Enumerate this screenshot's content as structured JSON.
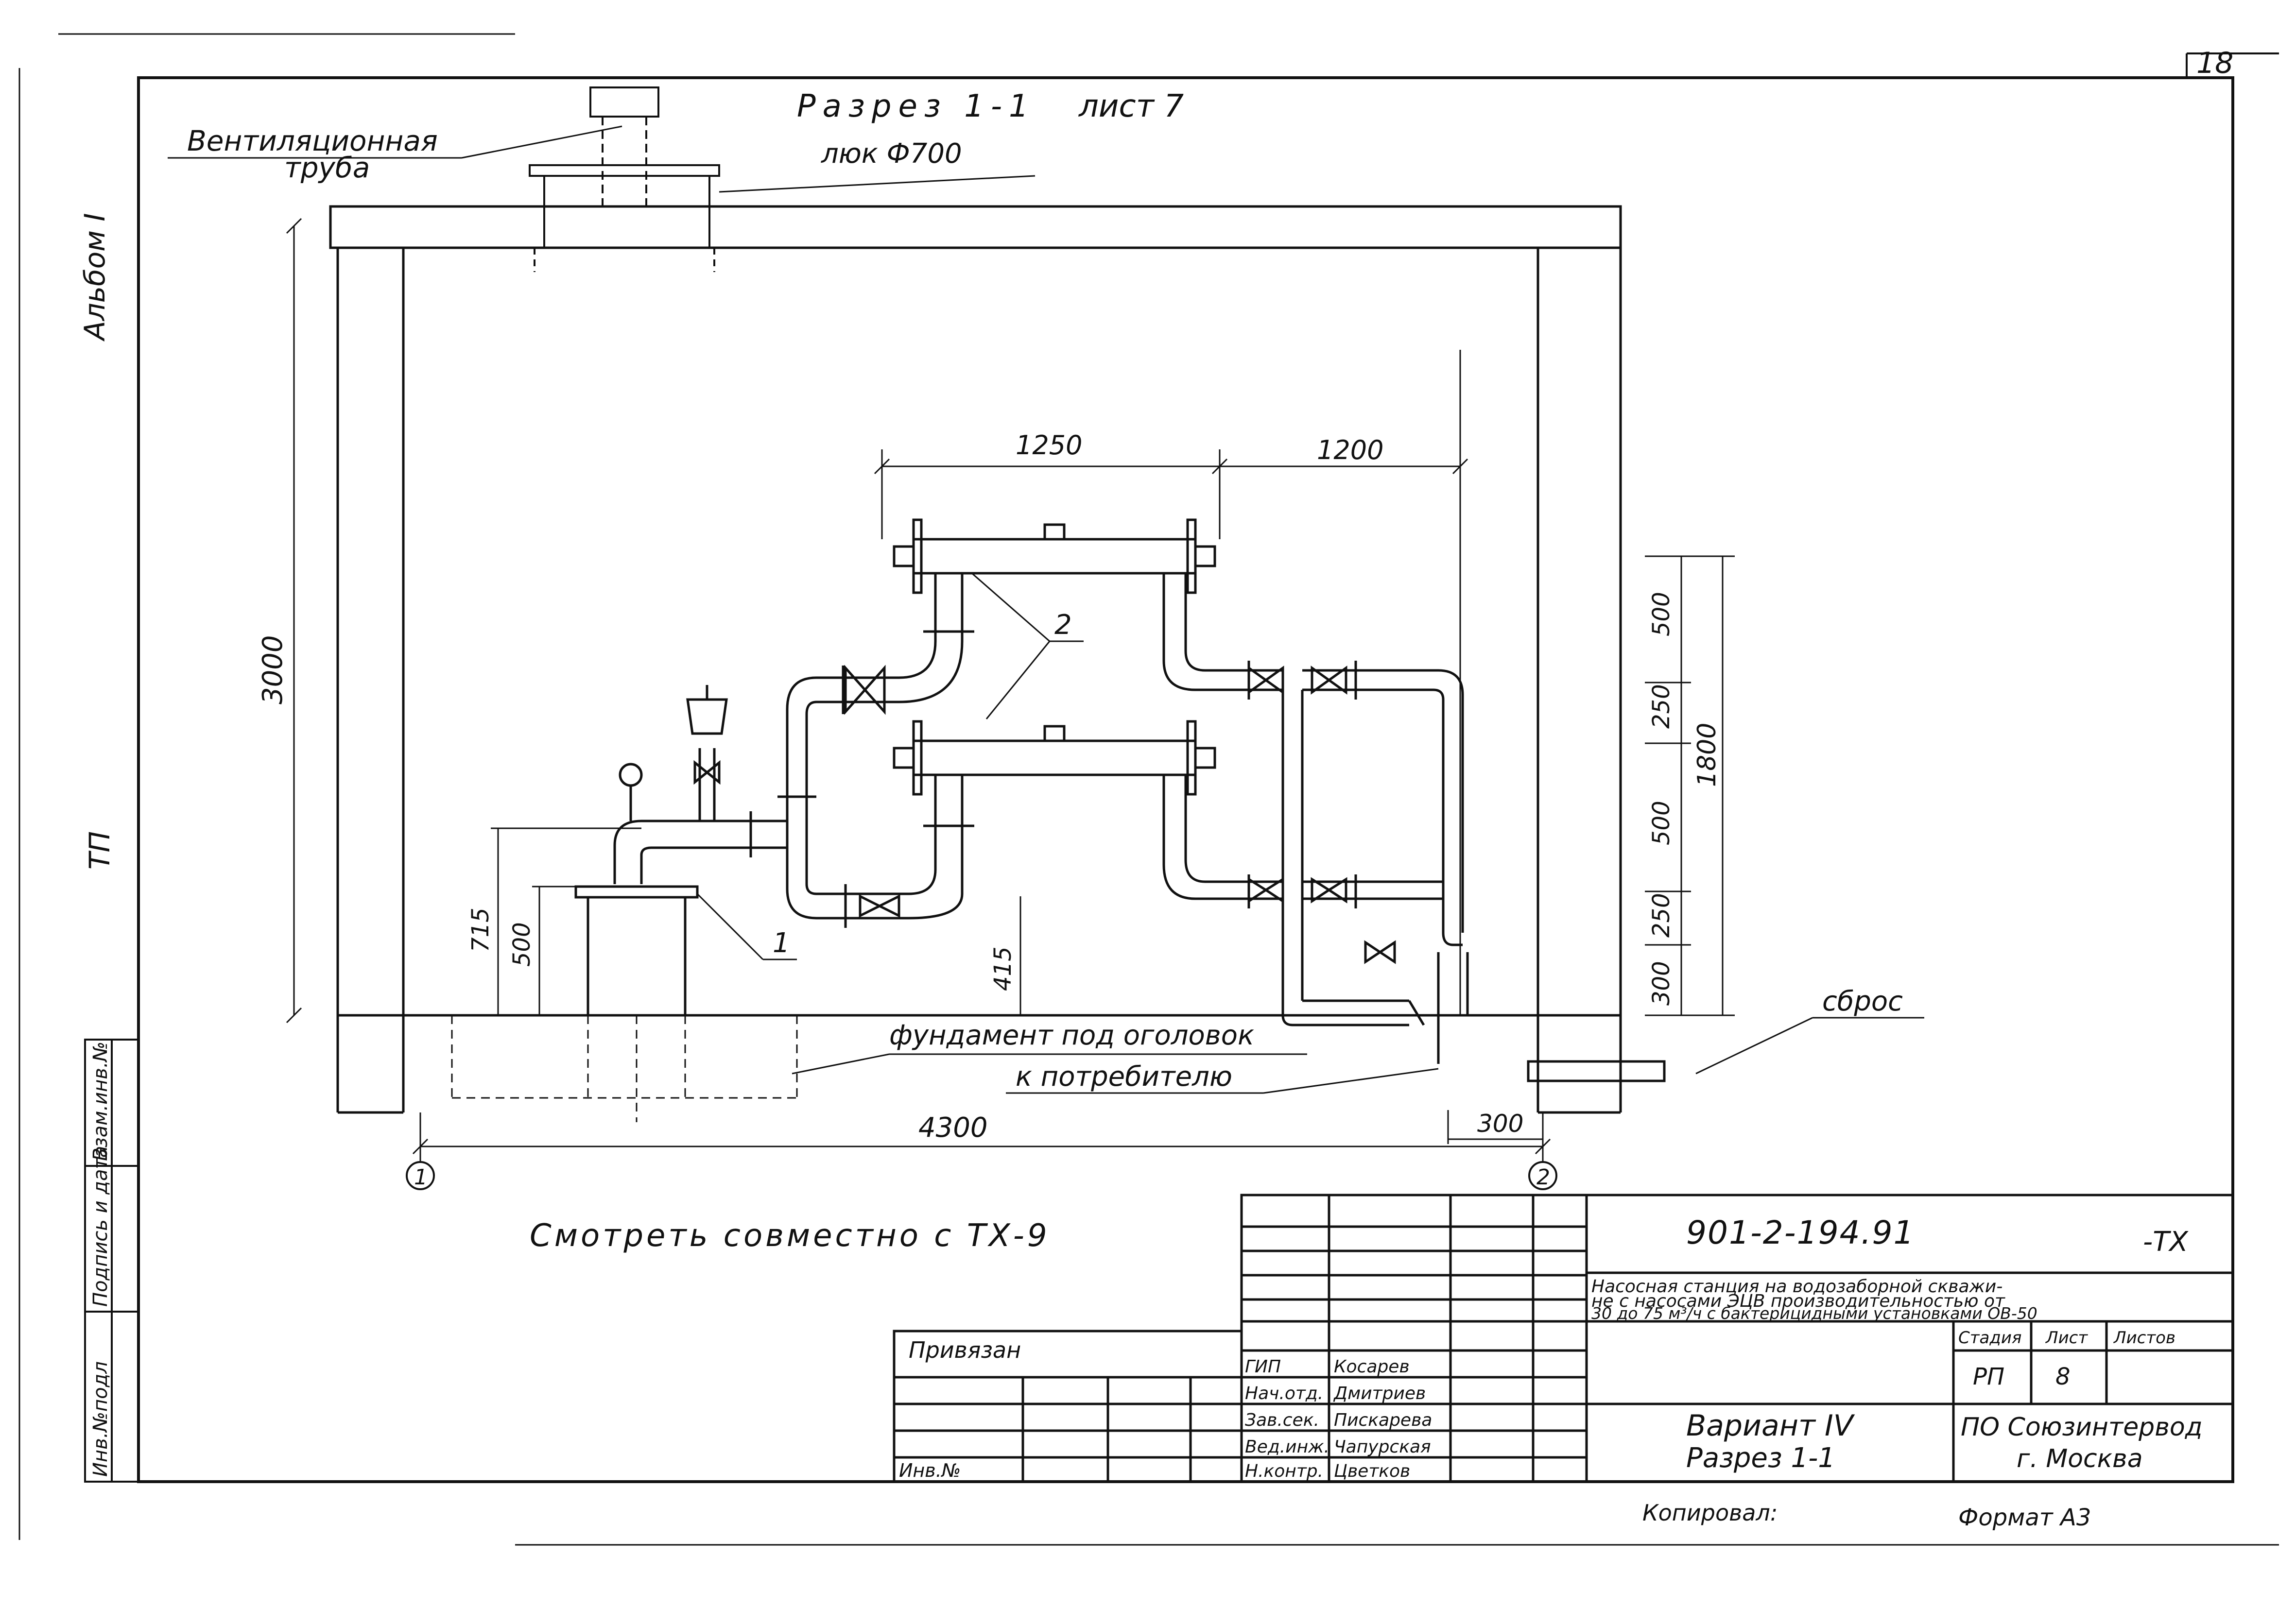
{
  "page_number": "18",
  "side_labels": {
    "album": "Альбом I",
    "tp": "ТП",
    "inv_no": "Инв.№подл",
    "signature_date": "Подпись и дата",
    "replace_inv": "Взам.инв.№"
  },
  "drawing": {
    "section_title": "Разрез 1-1",
    "sheet_ref": "лист 7",
    "vent_pipe_line1": "Вентиляционная",
    "vent_pipe_line2": "труба",
    "hatch_label": "люк Ф700",
    "dim_1250": "1250",
    "dim_1200": "1200",
    "dim_3000": "3000",
    "dim_1800": "1800",
    "dim_500_a": "500",
    "dim_250_a": "250",
    "dim_500_b": "500",
    "dim_250_b": "250",
    "dim_300_v": "300",
    "dim_715": "715",
    "dim_500_c": "500",
    "dim_415": "415",
    "dim_4300": "4300",
    "dim_300_h": "300",
    "callout_1": "1",
    "callout_2": "2",
    "foundation_label": "фундамент под оголовок",
    "consumer_label": "к потребителю",
    "drain_label": "сброс",
    "axis_1": "1",
    "axis_2": "2",
    "see_also": "Смотреть совместно с ТХ-9"
  },
  "title_block": {
    "code": "901-2-194.91",
    "suffix": "-ТХ",
    "description_line1": "Насосная станция на водозаборной скважи-",
    "description_line2": "не с насосами ЭЦВ производительностью от",
    "description_line3": "30 до 75 м³/ч с бактерицидными установками ОВ-50",
    "stage_header": "Стадия",
    "sheet_header": "Лист",
    "sheets_header": "Листов",
    "stage_value": "РП",
    "sheet_value": "8",
    "variant_line1": "Вариант IV",
    "variant_line2": "Разрез 1-1",
    "org_line1": "ПО Союзинтервод",
    "org_line2": "г. Москва",
    "bound_label": "Привязан",
    "inv_label": "Инв.№",
    "roles": [
      {
        "role": "ГИП",
        "name": "Косарев"
      },
      {
        "role": "Нач.отд.",
        "name": "Дмитриев"
      },
      {
        "role": "Зав.сек.",
        "name": "Пискарева"
      },
      {
        "role": "Вед.инж.",
        "name": "Чапурская"
      },
      {
        "role": "Н.контр.",
        "name": "Цветков"
      }
    ]
  },
  "footer": {
    "copied": "Копировал:",
    "format": "Формат А3"
  }
}
